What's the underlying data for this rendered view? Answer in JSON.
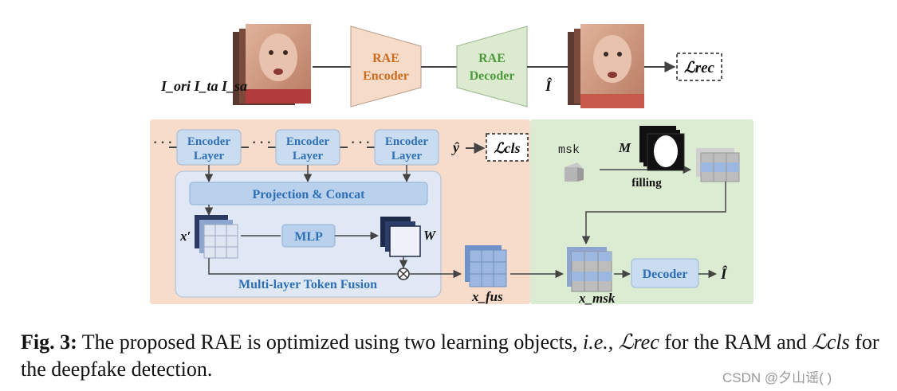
{
  "top": {
    "input_label": "I_ori I_ta I_sa",
    "encoder_line1": "RAE",
    "encoder_line2": "Encoder",
    "decoder_line1": "RAE",
    "decoder_line2": "Decoder",
    "output_label": "Î",
    "loss_rec": "ℒrec"
  },
  "left_panel": {
    "enc_layer_line1": "Encoder",
    "enc_layer_line2": "Layer",
    "dots": "· · ·",
    "y_hat": "ŷ",
    "loss_cls": "ℒcls",
    "projection": "Projection & Concat",
    "x_prime": "x′",
    "mlp": "MLP",
    "w": "W",
    "fusion": "Multi-layer Token Fusion",
    "x_fus": "x_fus"
  },
  "right_panel": {
    "msk": "msk",
    "m": "M",
    "filling": "filling",
    "x_msk": "x_msk",
    "decoder": "Decoder",
    "i_hat": "Î"
  },
  "caption": {
    "fig": "Fig. 3:",
    "text1": "The proposed RAE is optimized using two learning objects,",
    "ie": "i.e.,",
    "text2": "for the RAM and",
    "text3": "for the deepfake detection."
  },
  "watermark": "CSDN @夕山谣(        )",
  "colors": {
    "encoder_fill": "#f6dcc8",
    "decoder_fill": "#dcebd0",
    "left_panel": "#f8dccb",
    "right_panel": "#dcecd2",
    "fusion_panel": "#dfe8f4",
    "layer_box": "#c9dcf0",
    "accent_blue": "#2e6fb5",
    "orange_text": "#cc6a1e",
    "green_text": "#4c9a3c"
  }
}
